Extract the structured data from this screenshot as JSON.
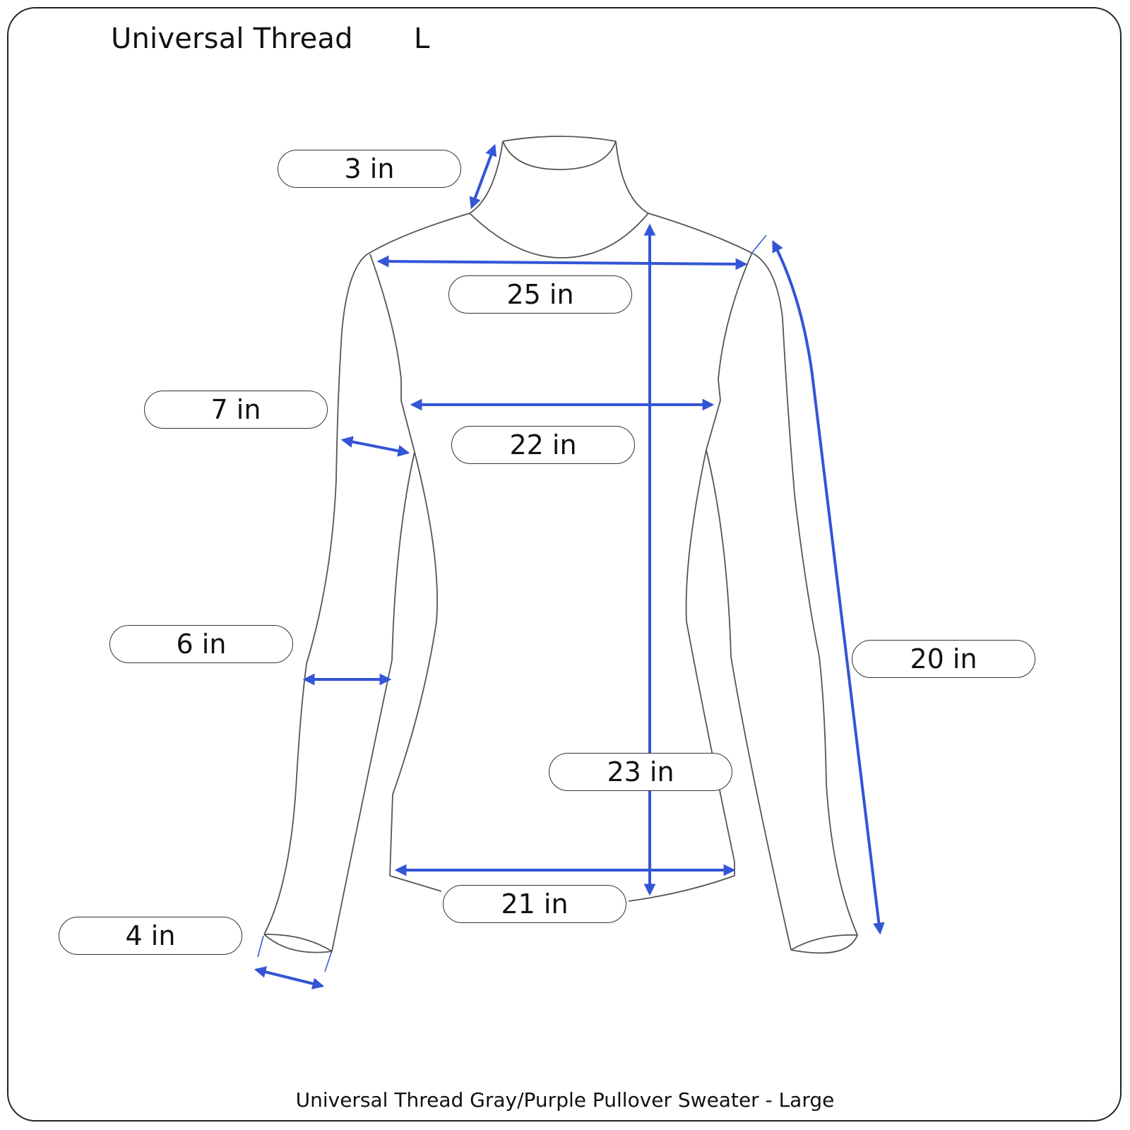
{
  "header": {
    "brand": "Universal Thread",
    "size": "L"
  },
  "measurements": [
    {
      "id": "collar-height",
      "label": "3 in"
    },
    {
      "id": "shoulder-width",
      "label": "25 in"
    },
    {
      "id": "chest-width",
      "label": "22 in"
    },
    {
      "id": "bicep-width",
      "label": "7 in"
    },
    {
      "id": "forearm-width",
      "label": "6 in"
    },
    {
      "id": "cuff-width",
      "label": "4 in"
    },
    {
      "id": "body-length",
      "label": "23 in"
    },
    {
      "id": "hem-width",
      "label": "21 in"
    },
    {
      "id": "sleeve-length",
      "label": "20 in"
    }
  ],
  "caption": "Universal Thread Gray/Purple Pullover Sweater - Large",
  "colors": {
    "arrow": "#3355d6",
    "outline": "#555555",
    "frame": "#222222"
  }
}
